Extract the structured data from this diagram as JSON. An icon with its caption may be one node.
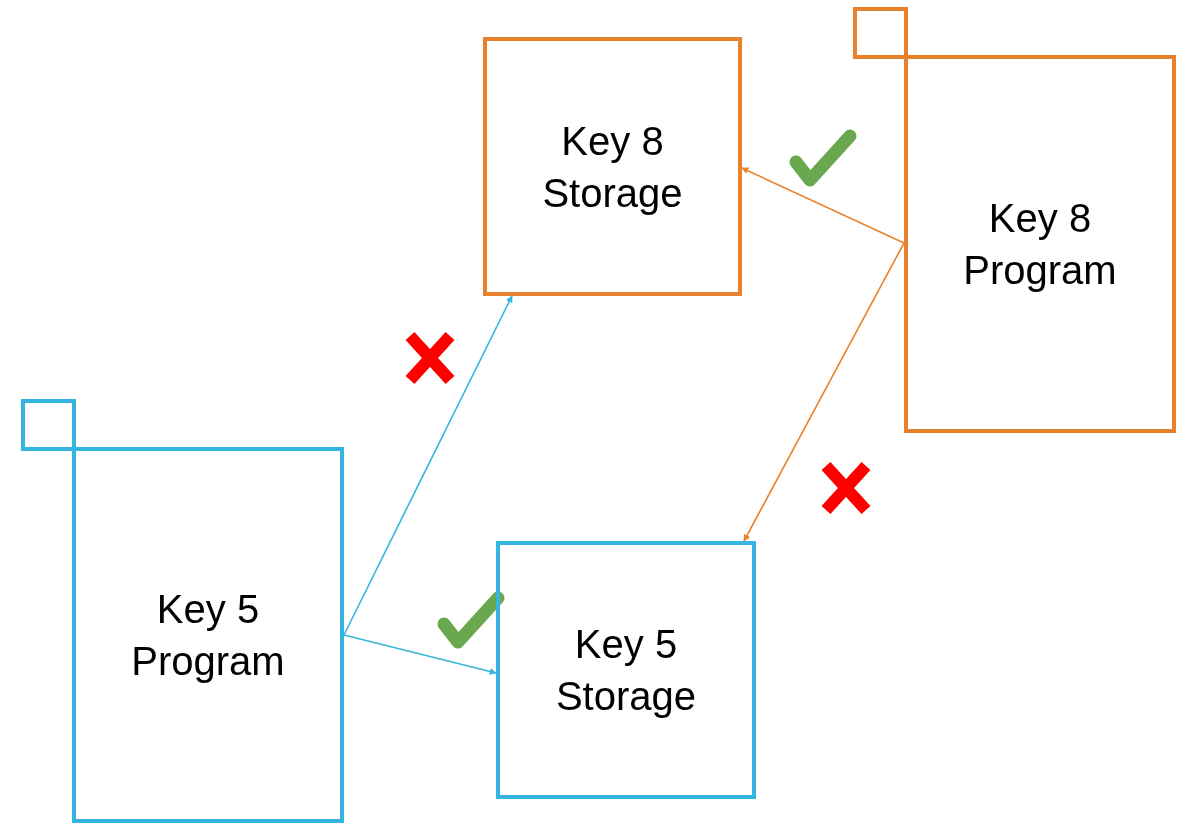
{
  "diagram": {
    "nodes": [
      {
        "text": [
          "Key 8 Storage"
        ]
      },
      {
        "text": [
          "Key 8 Program"
        ]
      },
      {
        "text": [
          "Key 5 Program"
        ]
      },
      {
        "text": [
          "Key 5 Storage"
        ]
      }
    ],
    "edges": [
      {
        "from": 1,
        "to": 0,
        "arrow": "to",
        "color": "#e8822c"
      },
      {
        "from": 1,
        "to": 3,
        "arrow": "to",
        "color": "#e8822c"
      },
      {
        "from": 2,
        "to": 0,
        "arrow": "to",
        "color": "#35b5e0"
      },
      {
        "from": 2,
        "to": 3,
        "arrow": "to",
        "color": "#35b5e0"
      }
    ]
  }
}
